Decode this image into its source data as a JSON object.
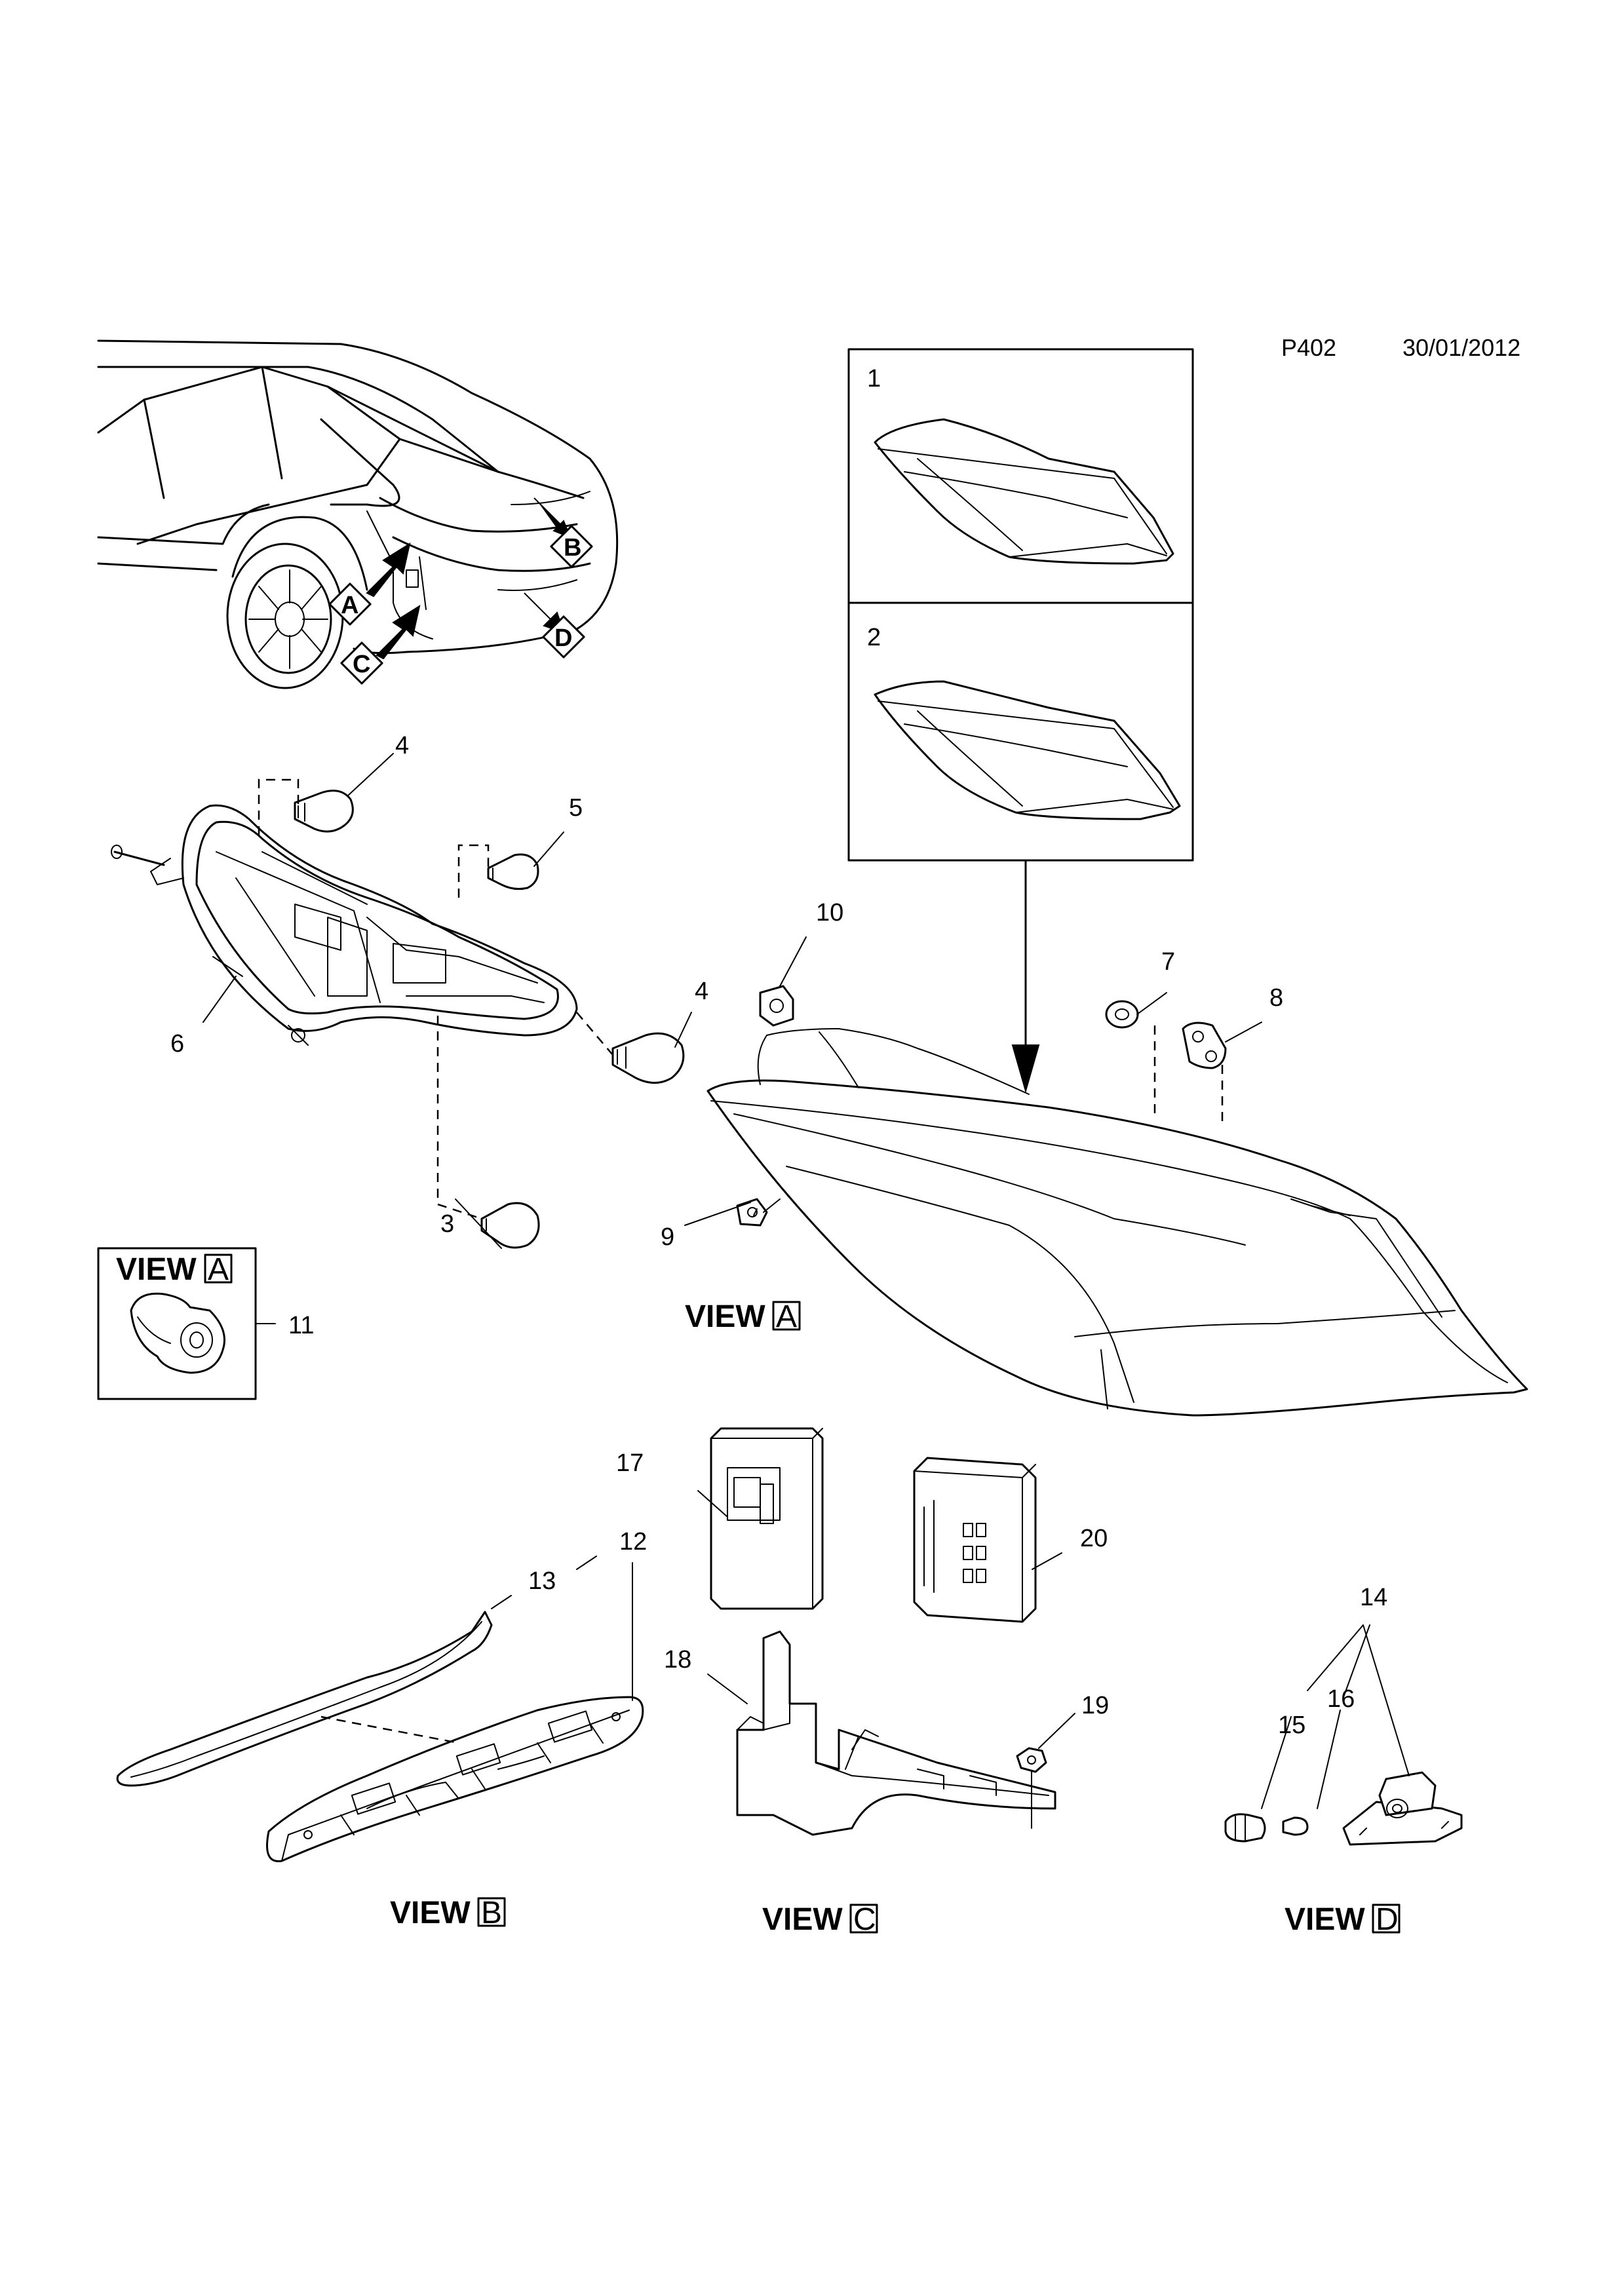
{
  "header": {
    "code": "P402",
    "date": "30/01/2012"
  },
  "callouts": {
    "c1": "1",
    "c2": "2",
    "c3": "3",
    "c4a": "4",
    "c4b": "4",
    "c5": "5",
    "c6": "6",
    "c7": "7",
    "c8": "8",
    "c9": "9",
    "c10": "10",
    "c11": "11",
    "c12": "12",
    "c13": "13",
    "c14": "14",
    "c15": "15",
    "c16": "16",
    "c17": "17",
    "c18": "18",
    "c19": "19",
    "c20": "20"
  },
  "car_markers": {
    "a": "A",
    "b": "B",
    "c": "C",
    "d": "D"
  },
  "views": {
    "inset_view": "VIEW",
    "inset_letter": "A",
    "view_a": "VIEW",
    "view_a_letter": "A",
    "view_b": "VIEW",
    "view_b_letter": "B",
    "view_c": "VIEW",
    "view_c_letter": "C",
    "view_d": "VIEW",
    "view_d_letter": "D"
  }
}
